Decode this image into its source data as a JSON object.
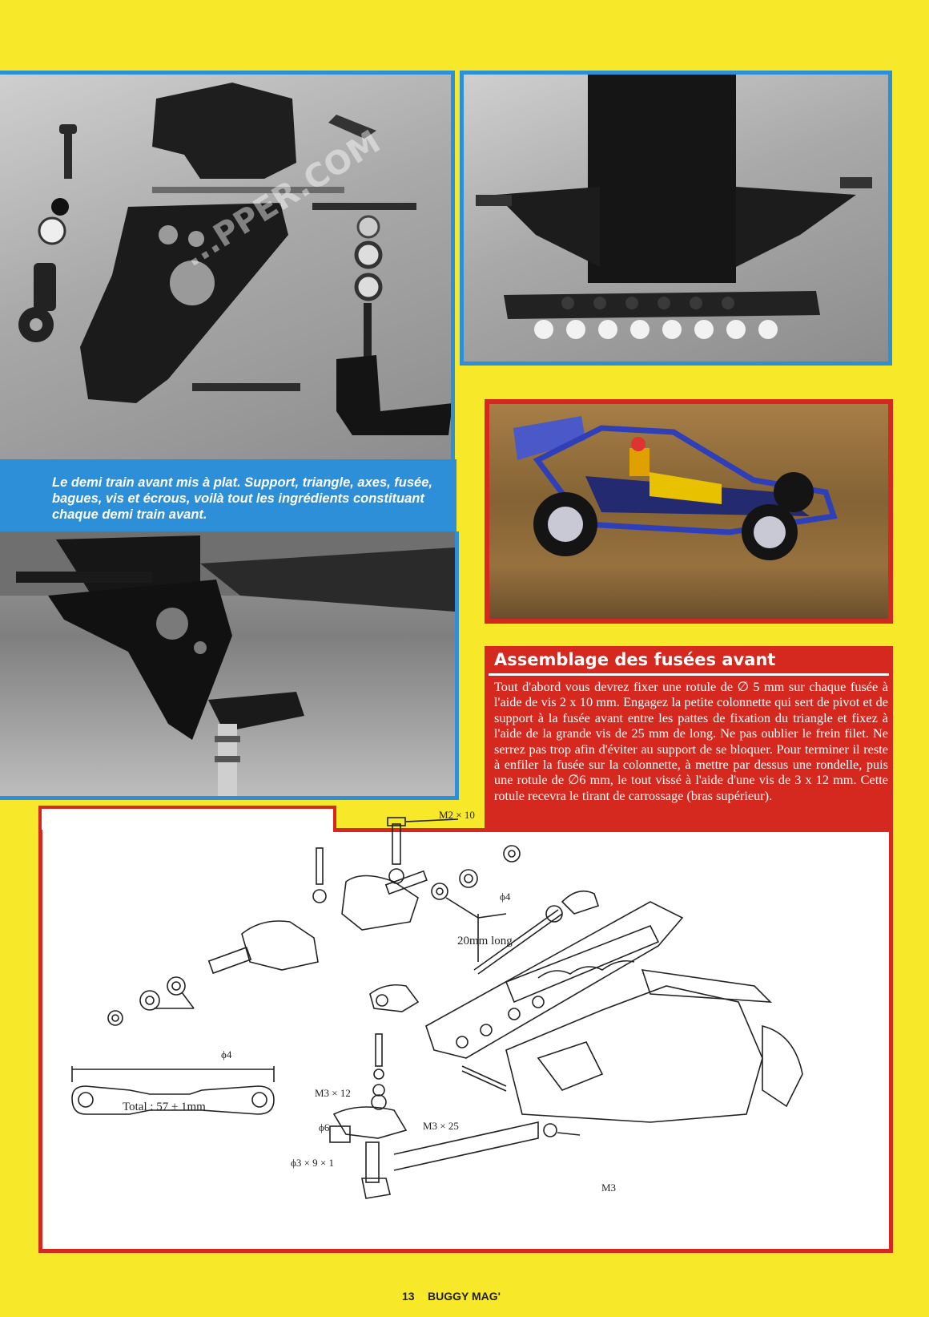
{
  "caption": "Le demi train avant mis à plat. Support, triangle, axes, fusée, bagues, vis et écrous, voilà tout les ingrédients constituant chaque demi train avant.",
  "section": {
    "title": "Assemblage des fusées avant",
    "body": "Tout d'abord vous devrez fixer une rotule de ∅ 5 mm sur chaque fusée à l'aide de vis 2 x 10 mm. Engagez la petite colonnette qui sert de pivot et de support à la fusée avant entre les pattes de fixation du triangle et fixez à l'aide de la grande vis de 25 mm de long. Ne pas oublier le frein filet. Ne serrez pas trop afin d'éviter au support de se bloquer. Pour terminer il reste à enfiler la fusée sur la colonnette, à mettre par dessus une rondelle, puis une rotule de ∅6 mm, le tout vissé à l'aide d'une vis de 3 x 12 mm. Cette rotule recevra le tirant de carrossage (bras supérieur)."
  },
  "diagram": {
    "labels": {
      "m2x10": "M2 × 10",
      "phi4_top": "ϕ4",
      "len20": "20mm long",
      "phi4_left": "ϕ4",
      "m3x12": "M3 × 12",
      "phi6": "ϕ6",
      "m3x25": "M3 × 25",
      "phi3x9x1": "ϕ3 × 9 × 1",
      "m3": "M3",
      "total": "Total : 57 ± 1mm"
    }
  },
  "footer": {
    "page_number": "13",
    "magazine": "BUGGY MAG'"
  },
  "watermark": "...PPER.COM",
  "colors": {
    "page_background": "#f7e82a",
    "blue_frame": "#2c8fd8",
    "red_frame": "#d5281f"
  }
}
